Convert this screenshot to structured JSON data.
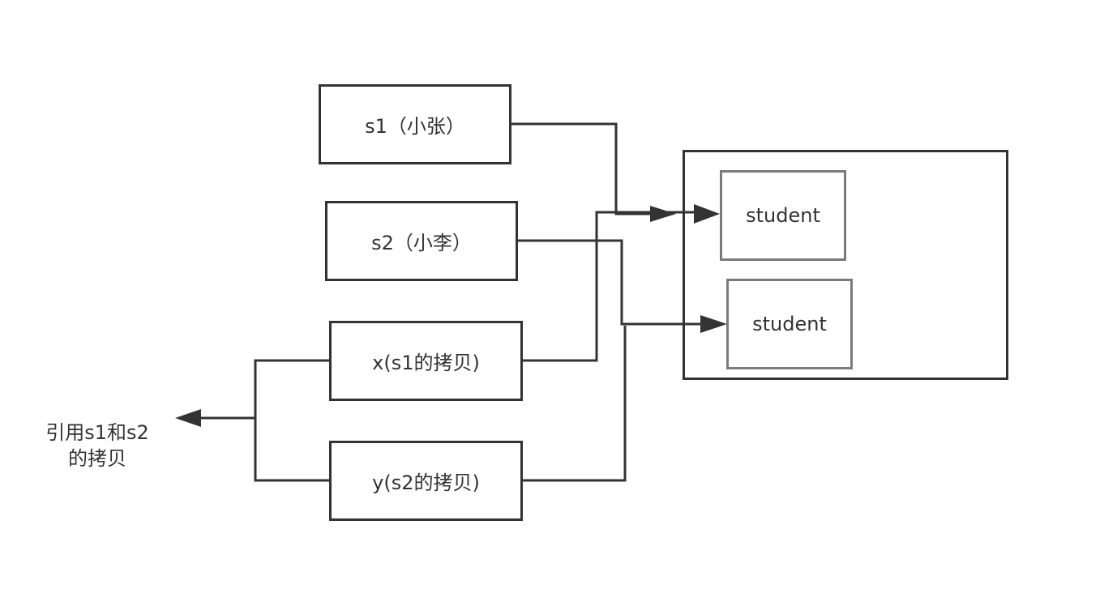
{
  "boxes": {
    "s1": "s1（小张）",
    "s2": "s2（小李）",
    "x": "x(s1的拷贝)",
    "y": "y(s2的拷贝)"
  },
  "objects": [
    "student",
    "student"
  ],
  "note": {
    "line1": "引用s1和s2",
    "line2": "的拷贝"
  },
  "colors": {
    "stroke": "#333333",
    "object_border": "#7a7a7a"
  }
}
